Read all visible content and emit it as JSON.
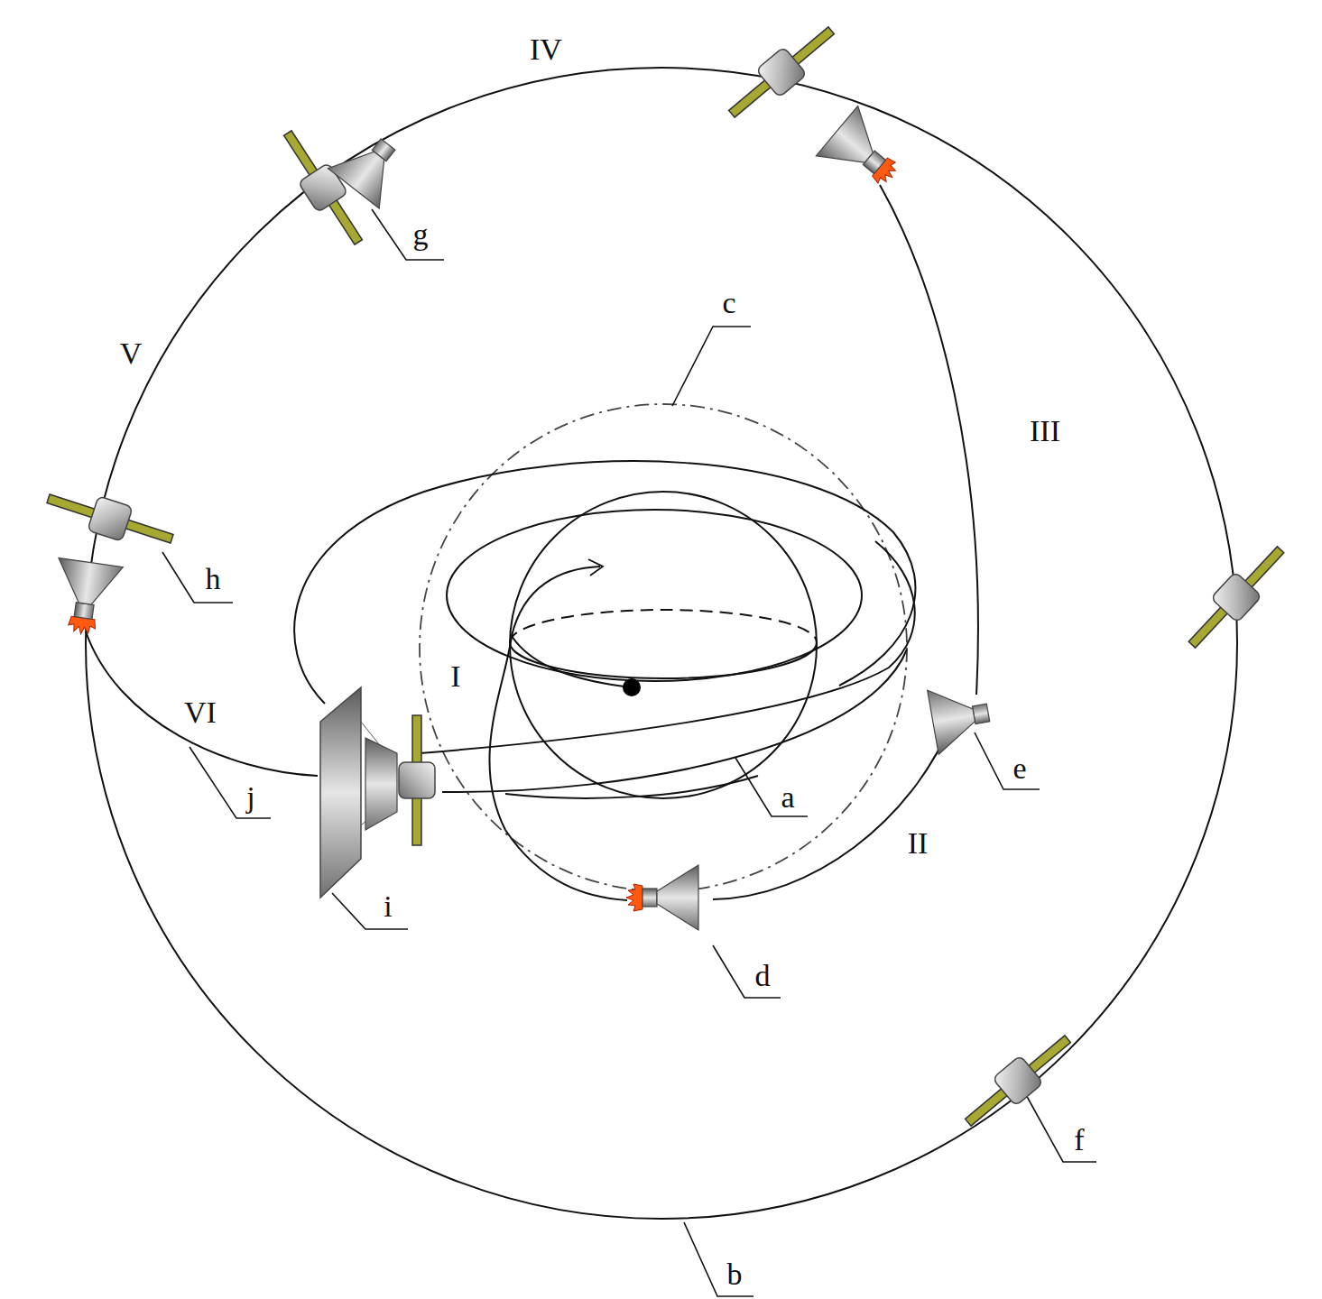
{
  "diagram": {
    "labels": [
      "IV",
      "g",
      "c",
      "V",
      "III",
      "h",
      "I",
      "VI",
      "e",
      "j",
      "a",
      "II",
      "i",
      "d",
      "f",
      "b"
    ]
  }
}
